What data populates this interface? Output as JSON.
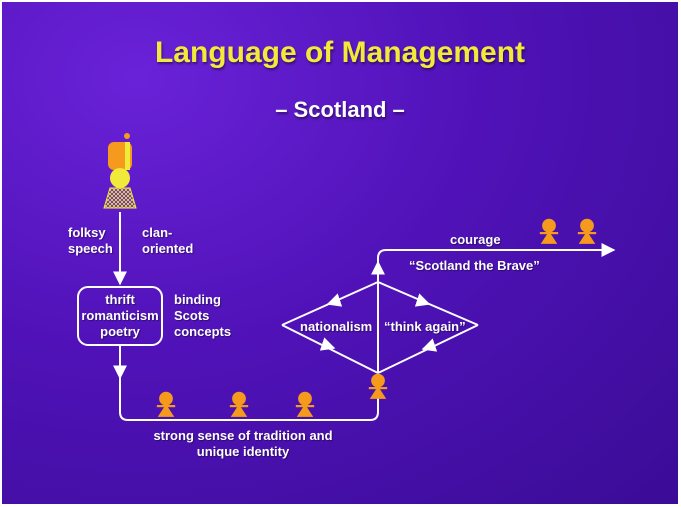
{
  "title": "Language of Management",
  "subtitle": "– Scotland –",
  "labels": {
    "folksy_speech": "folksy\nspeech",
    "clan_oriented": "clan-\noriented",
    "box_concepts": "thrift\nromanticism\npoetry",
    "binding_concepts": "binding\nScots\nconcepts",
    "tradition": "strong sense of tradition and\nunique identity",
    "nationalism": "nationalism",
    "think_again": "“think again”",
    "courage": "courage",
    "scotland_brave": "“Scotland the Brave”"
  },
  "colors": {
    "title": "#f2ea3a",
    "figure_orange": "#f59a1c",
    "line": "#ffffff"
  }
}
